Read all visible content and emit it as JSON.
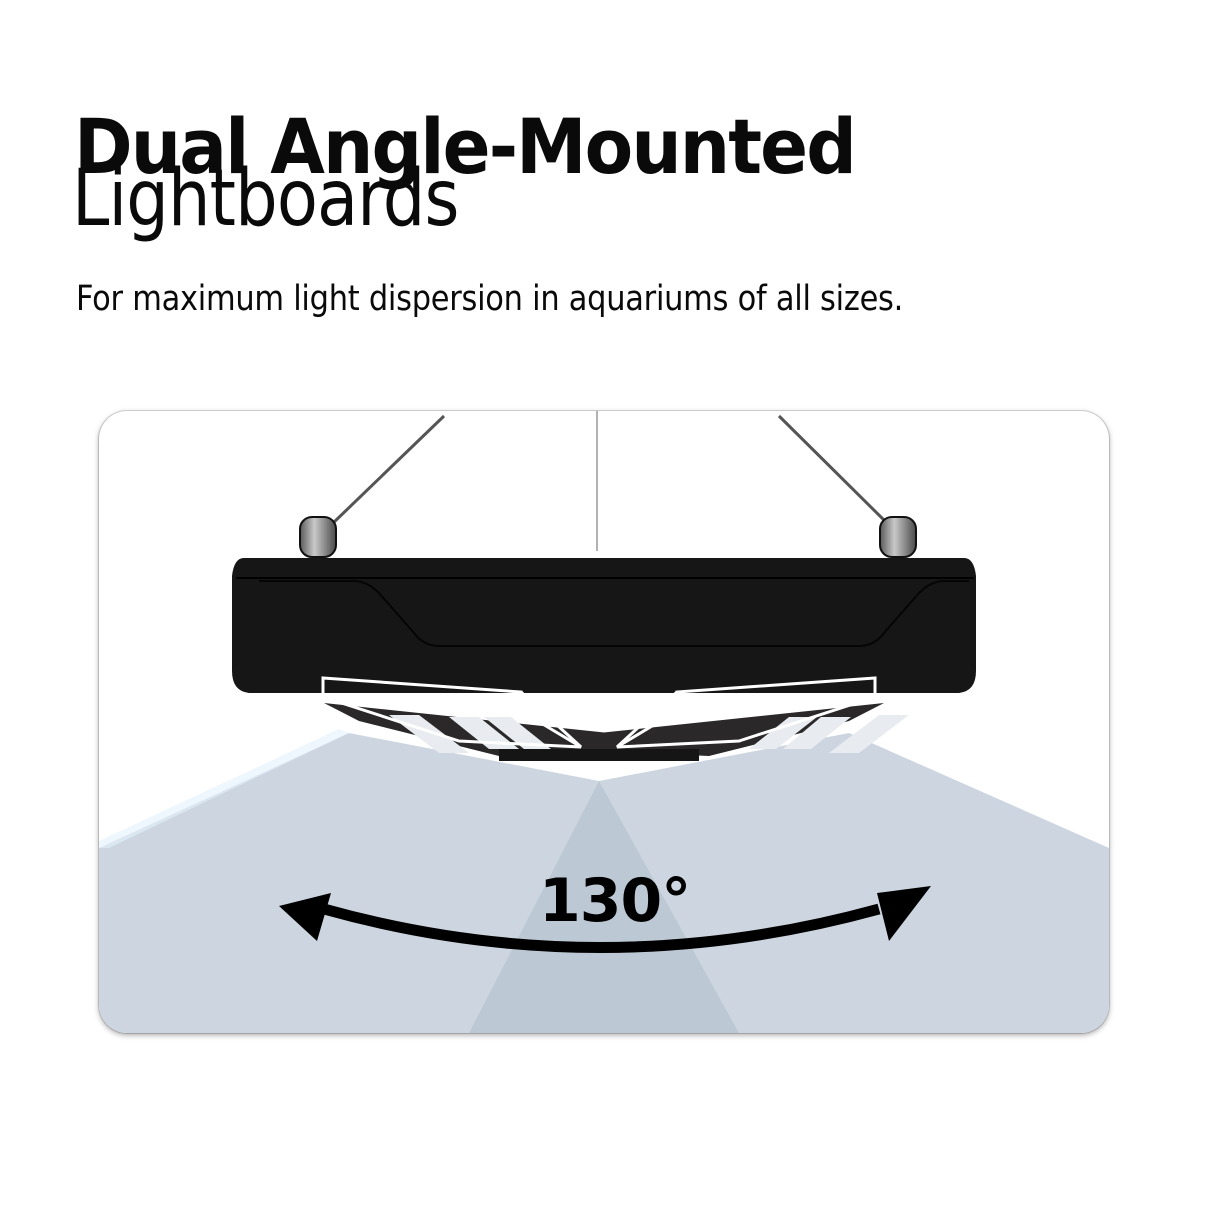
{
  "header": {
    "title_bold": "Dual Angle-Mounted",
    "title_light": "Lightboards",
    "subtitle": "For maximum light dispersion in aquariums of all sizes."
  },
  "illustration": {
    "product": "hanging LED light fixture with two angled lightboards",
    "angle_label": "130°",
    "icons": [
      "light-fixture-icon",
      "suspension-cable-icon",
      "double-headed-curved-arrow-icon"
    ],
    "colors": {
      "background": "#ffffff",
      "card_background": "#ffffff",
      "light_beam": "#cdd6e0",
      "light_beam_dark": "#b4c2cf",
      "fixture_body": "#161616",
      "outline_highlight": "#ffffff",
      "text": "#0a0a0a"
    }
  }
}
